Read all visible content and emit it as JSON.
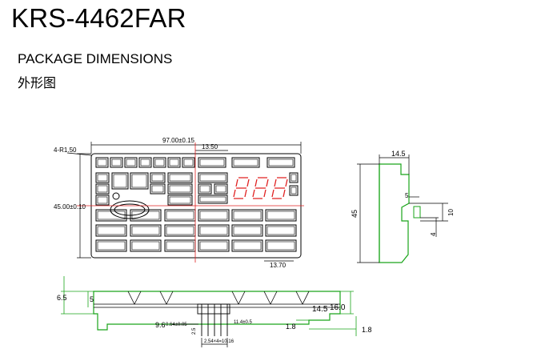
{
  "header": {
    "model": "KRS-4462FAR",
    "section_en": "PACKAGE DIMENSIONS",
    "section_cn": "外形图"
  },
  "front_view": {
    "overall_width": "97.00±0.15",
    "overall_height": "45.00±0.10",
    "corner_radius": "4-R1.50",
    "top_pitch": "13.50",
    "bottom_pitch": "13.70"
  },
  "side_view": {
    "top_width": "14.5",
    "height": "45",
    "step": "5",
    "pin_zone": "10",
    "pin_offset": "4"
  },
  "bottom_view": {
    "left_outer": "6.5",
    "left_inner": "5",
    "pin_offset": "9.6",
    "pin_spacing_small": "0.64±0.05",
    "pin_dim_a": "2.5",
    "pin_dim_b": "11.4±0.5",
    "pin_pitch": "2.54×4=10.16",
    "body_height": "14.5",
    "total_height": "16.0",
    "ledge_left": "1.8",
    "ledge_right": "1.8"
  },
  "colors": {
    "outline": "#000000",
    "dimension": "#1aa51a",
    "centerline": "#e02020",
    "segment": "#e02020"
  }
}
